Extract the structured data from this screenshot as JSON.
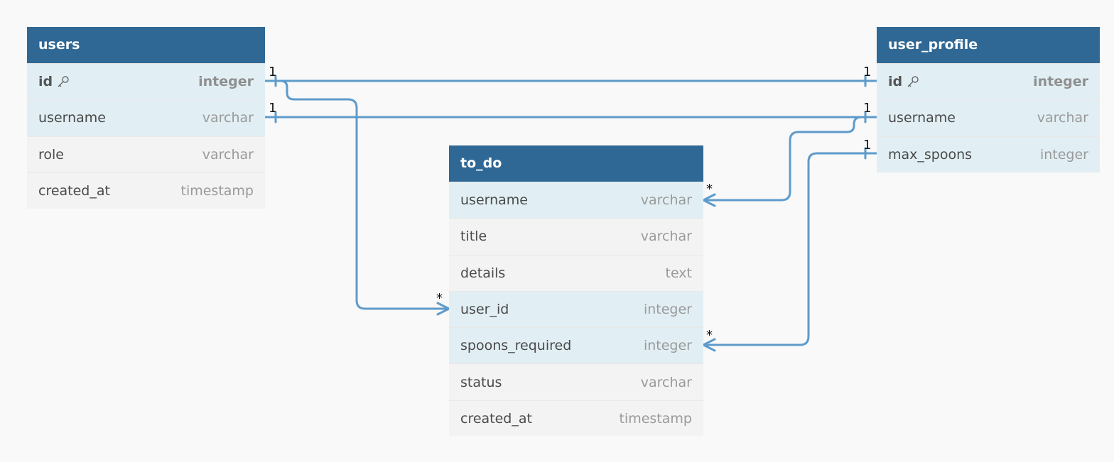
{
  "tables": {
    "users": {
      "name": "users",
      "columns": [
        {
          "name": "id",
          "type": "integer",
          "pk": true
        },
        {
          "name": "username",
          "type": "varchar"
        },
        {
          "name": "role",
          "type": "varchar"
        },
        {
          "name": "created_at",
          "type": "timestamp"
        }
      ]
    },
    "user_profile": {
      "name": "user_profile",
      "columns": [
        {
          "name": "id",
          "type": "integer",
          "pk": true
        },
        {
          "name": "username",
          "type": "varchar"
        },
        {
          "name": "max_spoons",
          "type": "integer"
        }
      ]
    },
    "to_do": {
      "name": "to_do",
      "columns": [
        {
          "name": "username",
          "type": "varchar"
        },
        {
          "name": "title",
          "type": "varchar"
        },
        {
          "name": "details",
          "type": "text"
        },
        {
          "name": "user_id",
          "type": "integer"
        },
        {
          "name": "spoons_required",
          "type": "integer"
        },
        {
          "name": "status",
          "type": "varchar"
        },
        {
          "name": "created_at",
          "type": "timestamp"
        }
      ]
    }
  },
  "relationships": [
    {
      "from": "users.id",
      "to": "user_profile.id",
      "from_card": "1",
      "to_card": "1"
    },
    {
      "from": "users.username",
      "to": "user_profile.username",
      "from_card": "1",
      "to_card": "1"
    },
    {
      "from": "users.id",
      "to": "to_do.user_id",
      "from_card": "1",
      "to_card": "*"
    },
    {
      "from": "user_profile.username",
      "to": "to_do.username",
      "from_card": "1",
      "to_card": "*"
    },
    {
      "from": "user_profile.max_spoons",
      "to": "to_do.spoons_required",
      "from_card": "1",
      "to_card": "*"
    }
  ],
  "colors": {
    "header": "#306895",
    "link": "#5e9bcb",
    "ref_row": "#e1eff4",
    "plain_row": "#f3f3f3"
  },
  "icons": {
    "primary_key": "key-icon"
  }
}
